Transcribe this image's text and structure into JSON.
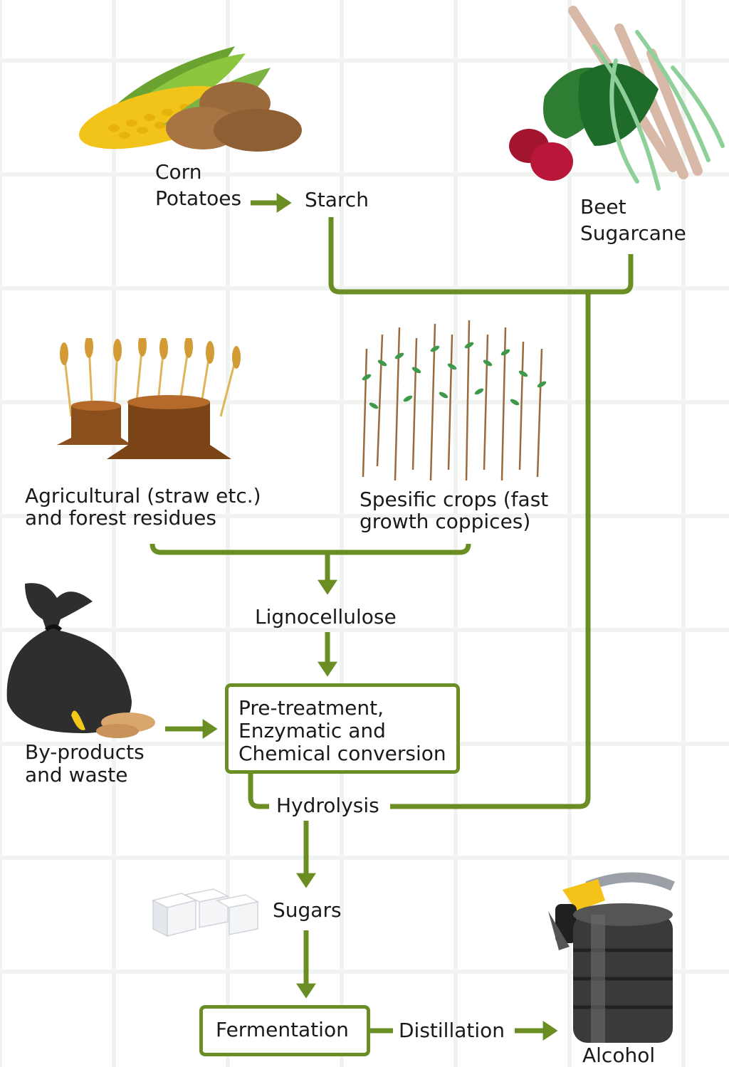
{
  "diagram": {
    "nodes": {
      "corn": "Corn",
      "potatoes": "Potatoes",
      "starch": "Starch",
      "beet": "Beet",
      "sugarcane": "Sugarcane",
      "agri_line1": "Agricultural (straw etc.)",
      "agri_line2": "and forest residues",
      "crops_line1": "Spesific crops (fast",
      "crops_line2": "growth coppices)",
      "lignocellulose": "Lignocellulose",
      "process_line1": "Pre-treatment,",
      "process_line2": "Enzymatic and",
      "process_line3": "Chemical conversion",
      "byproducts_line1": "By-products",
      "byproducts_line2": "and waste",
      "hydrolysis": "Hydrolysis",
      "sugars": "Sugars",
      "fermentation": "Fermentation",
      "distillation": "Distillation",
      "alcohol": "Alcohol"
    },
    "icons": [
      "corn-potatoes-icon",
      "beet-sugarcane-icon",
      "straw-stumps-icon",
      "coppice-trees-icon",
      "waste-bag-icon",
      "sugar-cubes-icon",
      "fuel-barrel-icon"
    ],
    "colors": {
      "arrow": "#6a8e23",
      "text": "#1a1a1a"
    }
  }
}
